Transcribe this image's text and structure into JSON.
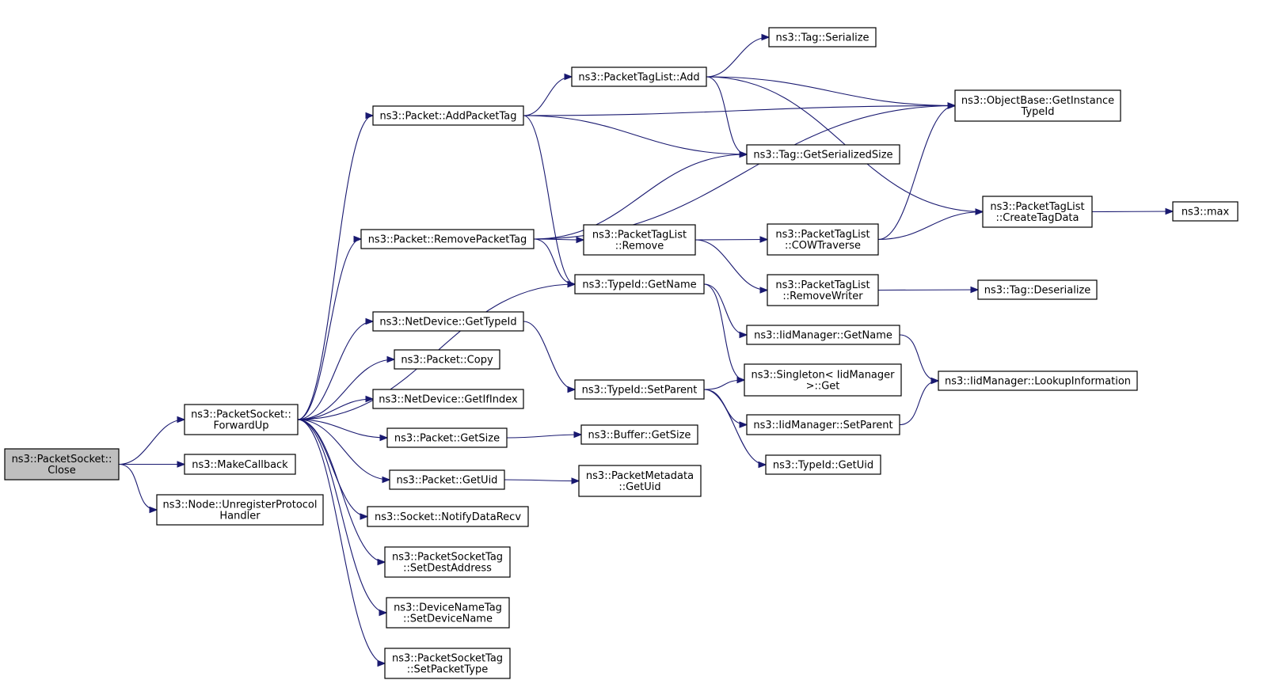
{
  "diagram": {
    "type": "call-graph",
    "colors": {
      "edge": "#191970",
      "root_fill": "#bfbfbf",
      "node_fill": "#ffffff",
      "border": "#000000"
    },
    "nodes": [
      {
        "id": "close",
        "lines": [
          "ns3::PacketSocket::",
          "Close"
        ],
        "root": true
      },
      {
        "id": "forwardup",
        "lines": [
          "ns3::PacketSocket::",
          "ForwardUp"
        ]
      },
      {
        "id": "makecallback",
        "lines": [
          "ns3::MakeCallback"
        ]
      },
      {
        "id": "unregister",
        "lines": [
          "ns3::Node::UnregisterProtocol",
          "Handler"
        ]
      },
      {
        "id": "addpackettag",
        "lines": [
          "ns3::Packet::AddPacketTag"
        ]
      },
      {
        "id": "removepackettag",
        "lines": [
          "ns3::Packet::RemovePacketTag"
        ]
      },
      {
        "id": "netdev_gettypeid",
        "lines": [
          "ns3::NetDevice::GetTypeId"
        ]
      },
      {
        "id": "packet_copy",
        "lines": [
          "ns3::Packet::Copy"
        ]
      },
      {
        "id": "netdev_getifindex",
        "lines": [
          "ns3::NetDevice::GetIfIndex"
        ]
      },
      {
        "id": "packet_getsize",
        "lines": [
          "ns3::Packet::GetSize"
        ]
      },
      {
        "id": "packet_getuid",
        "lines": [
          "ns3::Packet::GetUid"
        ]
      },
      {
        "id": "notifydatarecv",
        "lines": [
          "ns3::Socket::NotifyDataRecv"
        ]
      },
      {
        "id": "setdestaddress",
        "lines": [
          "ns3::PacketSocketTag",
          "::SetDestAddress"
        ]
      },
      {
        "id": "setdevicename",
        "lines": [
          "ns3::DeviceNameTag",
          "::SetDeviceName"
        ]
      },
      {
        "id": "setpackettype",
        "lines": [
          "ns3::PacketSocketTag",
          "::SetPacketType"
        ]
      },
      {
        "id": "taglist_add",
        "lines": [
          "ns3::PacketTagList::Add"
        ]
      },
      {
        "id": "taglist_remove",
        "lines": [
          "ns3::PacketTagList",
          "::Remove"
        ]
      },
      {
        "id": "typeid_getname",
        "lines": [
          "ns3::TypeId::GetName"
        ]
      },
      {
        "id": "typeid_setparent",
        "lines": [
          "ns3::TypeId::SetParent"
        ]
      },
      {
        "id": "buffer_getsize",
        "lines": [
          "ns3::Buffer::GetSize"
        ]
      },
      {
        "id": "metadata_getuid",
        "lines": [
          "ns3::PacketMetadata",
          "::GetUid"
        ]
      },
      {
        "id": "tag_serialize",
        "lines": [
          "ns3::Tag::Serialize"
        ]
      },
      {
        "id": "tag_getserializedsize",
        "lines": [
          "ns3::Tag::GetSerializedSize"
        ]
      },
      {
        "id": "cowtraverse",
        "lines": [
          "ns3::PacketTagList",
          "::COWTraverse"
        ]
      },
      {
        "id": "removewriter",
        "lines": [
          "ns3::PacketTagList",
          "::RemoveWriter"
        ]
      },
      {
        "id": "iid_getname",
        "lines": [
          "ns3::IidManager::GetName"
        ]
      },
      {
        "id": "singleton_get",
        "lines": [
          "ns3::Singleton< IidManager",
          ">::Get"
        ]
      },
      {
        "id": "iid_setparent",
        "lines": [
          "ns3::IidManager::SetParent"
        ]
      },
      {
        "id": "typeid_getuid",
        "lines": [
          "ns3::TypeId::GetUid"
        ]
      },
      {
        "id": "getinstancetypeid",
        "lines": [
          "ns3::ObjectBase::GetInstance",
          "TypeId"
        ]
      },
      {
        "id": "createtagdata",
        "lines": [
          "ns3::PacketTagList",
          "::CreateTagData"
        ]
      },
      {
        "id": "tag_deserialize",
        "lines": [
          "ns3::Tag::Deserialize"
        ]
      },
      {
        "id": "lookupinformation",
        "lines": [
          "ns3::IidManager::LookupInformation"
        ]
      },
      {
        "id": "max",
        "lines": [
          "ns3::max"
        ]
      }
    ],
    "edges": [
      {
        "from": "close",
        "to": "forwardup"
      },
      {
        "from": "close",
        "to": "makecallback"
      },
      {
        "from": "close",
        "to": "unregister"
      },
      {
        "from": "forwardup",
        "to": "addpackettag"
      },
      {
        "from": "forwardup",
        "to": "removepackettag"
      },
      {
        "from": "forwardup",
        "to": "typeid_getname"
      },
      {
        "from": "forwardup",
        "to": "netdev_gettypeid"
      },
      {
        "from": "forwardup",
        "to": "packet_copy"
      },
      {
        "from": "forwardup",
        "to": "netdev_getifindex"
      },
      {
        "from": "forwardup",
        "to": "packet_getsize"
      },
      {
        "from": "forwardup",
        "to": "packet_getuid"
      },
      {
        "from": "forwardup",
        "to": "notifydatarecv"
      },
      {
        "from": "forwardup",
        "to": "setdestaddress"
      },
      {
        "from": "forwardup",
        "to": "setdevicename"
      },
      {
        "from": "forwardup",
        "to": "setpackettype"
      },
      {
        "from": "addpackettag",
        "to": "getinstancetypeid"
      },
      {
        "from": "addpackettag",
        "to": "taglist_add"
      },
      {
        "from": "addpackettag",
        "to": "tag_getserializedsize"
      },
      {
        "from": "addpackettag",
        "to": "typeid_getname"
      },
      {
        "from": "removepackettag",
        "to": "tag_getserializedsize"
      },
      {
        "from": "removepackettag",
        "to": "getinstancetypeid"
      },
      {
        "from": "removepackettag",
        "to": "taglist_remove"
      },
      {
        "from": "removepackettag",
        "to": "typeid_getname"
      },
      {
        "from": "taglist_add",
        "to": "tag_serialize"
      },
      {
        "from": "taglist_add",
        "to": "getinstancetypeid"
      },
      {
        "from": "taglist_add",
        "to": "tag_getserializedsize"
      },
      {
        "from": "taglist_add",
        "to": "createtagdata"
      },
      {
        "from": "taglist_remove",
        "to": "cowtraverse"
      },
      {
        "from": "taglist_remove",
        "to": "removewriter"
      },
      {
        "from": "cowtraverse",
        "to": "getinstancetypeid"
      },
      {
        "from": "cowtraverse",
        "to": "createtagdata"
      },
      {
        "from": "createtagdata",
        "to": "max"
      },
      {
        "from": "removewriter",
        "to": "tag_deserialize"
      },
      {
        "from": "typeid_getname",
        "to": "iid_getname"
      },
      {
        "from": "typeid_getname",
        "to": "singleton_get"
      },
      {
        "from": "netdev_gettypeid",
        "to": "typeid_setparent"
      },
      {
        "from": "typeid_setparent",
        "to": "singleton_get"
      },
      {
        "from": "typeid_setparent",
        "to": "iid_setparent"
      },
      {
        "from": "typeid_setparent",
        "to": "typeid_getuid"
      },
      {
        "from": "iid_getname",
        "to": "lookupinformation"
      },
      {
        "from": "iid_setparent",
        "to": "lookupinformation"
      },
      {
        "from": "packet_getsize",
        "to": "buffer_getsize"
      },
      {
        "from": "packet_getuid",
        "to": "metadata_getuid"
      }
    ]
  }
}
